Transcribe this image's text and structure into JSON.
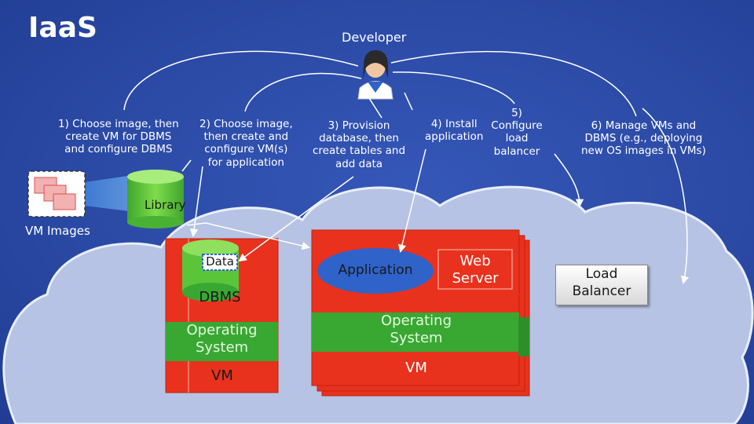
{
  "title": "IaaS",
  "developer_label": "Developer",
  "steps": {
    "s1": [
      "1) Choose image, then",
      "create VM for DBMS",
      "and configure DBMS"
    ],
    "s2": [
      "2) Choose image,",
      "then create and",
      "configure VM(s)",
      "for application"
    ],
    "s3": [
      "3) Provision",
      "database, then",
      "create tables and",
      "add data"
    ],
    "s4": [
      "4) Install",
      "application"
    ],
    "s5": [
      "5)",
      "Configure",
      "load",
      "balancer"
    ],
    "s6": [
      "6) Manage VMs and",
      "DBMS (e.g., deploying",
      "new OS images in VMs)"
    ]
  },
  "library_label": "Library",
  "vm_images_label": "VM Images",
  "dbms_stack": {
    "data": "Data",
    "dbms": "DBMS",
    "os": [
      "Operating",
      "System"
    ],
    "vm": "VM"
  },
  "app_stack": {
    "application": "Application",
    "web_server": [
      "Web",
      "Server"
    ],
    "os": [
      "Operating",
      "System"
    ],
    "vm": "VM"
  },
  "load_balancer": [
    "Load",
    "Balancer"
  ],
  "colors": {
    "background": "#2b4aa5",
    "cloud": "#b6c3e4",
    "vm_red": "#e8321e",
    "os_green": "#38a833",
    "cylinder_green": "#6fcf3f",
    "app_blue": "#2f63c9"
  },
  "icons": [
    "developer-avatar-icon",
    "vm-image-stack-icon",
    "library-cylinder-icon"
  ]
}
